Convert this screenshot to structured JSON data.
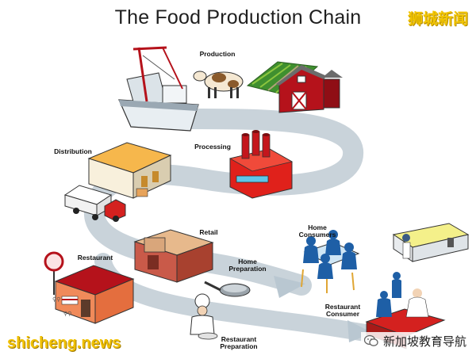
{
  "title": "The Food Production Chain",
  "brand_top": "狮城新闻",
  "brand_bottom": "shicheng.news",
  "wechat_account": "新加坡教育导航",
  "stages": {
    "production": "Production",
    "processing": "Processing",
    "distribution": "Distribution",
    "retail": "Retail",
    "restaurant": "Restaurant",
    "home_preparation": "Home Preparation",
    "home_consumers": "Home Consumers",
    "restaurant_consumer": "Restaurant Consumer",
    "restaurant_preparation": "Restaurant Preparation"
  },
  "colors": {
    "path": "#c9d3da",
    "arrow": "#b9c7d1",
    "brand": "#f2c500",
    "barn": "#b5121b",
    "processing_plant": "#e0211b"
  }
}
